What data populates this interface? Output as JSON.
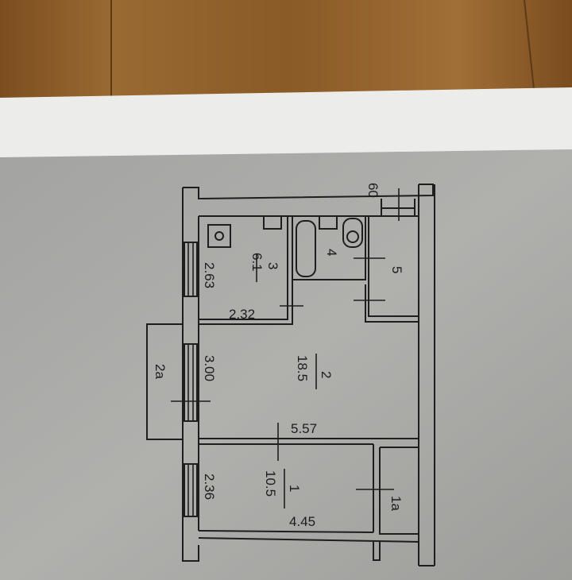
{
  "plan": {
    "wall_thickness_label": "60",
    "rooms": [
      {
        "id": "room-3",
        "number": "3",
        "area": "6.1",
        "dim_vertical": "2.63",
        "dim_horizontal": "2.32"
      },
      {
        "id": "room-4",
        "number": "4"
      },
      {
        "id": "room-5",
        "number": "5"
      },
      {
        "id": "room-2",
        "number": "2",
        "area": "18.5",
        "dim_vertical": "3.00",
        "dim_horizontal": "5.57"
      },
      {
        "id": "room-2a",
        "number": "2a"
      },
      {
        "id": "room-1",
        "number": "1",
        "area": "10.5",
        "dim_vertical": "2.36",
        "dim_horizontal": "4.45"
      },
      {
        "id": "room-1a",
        "number": "1a"
      }
    ]
  },
  "colors": {
    "wood": "#8a5a27",
    "paper": "#ececea",
    "plan_paper": "#a8a8a5",
    "ink": "#1e1e1e"
  }
}
